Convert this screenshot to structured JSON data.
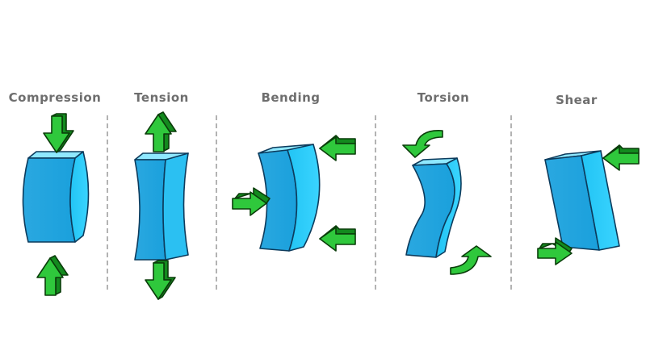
{
  "diagram": {
    "panels": [
      {
        "id": "compression",
        "label": "Compression"
      },
      {
        "id": "tension",
        "label": "Tension"
      },
      {
        "id": "bending",
        "label": "Bending"
      },
      {
        "id": "torsion",
        "label": "Torsion"
      },
      {
        "id": "shear",
        "label": "Shear"
      }
    ]
  },
  "colors": {
    "block_blue": "#1fb4e8",
    "block_top": "#8fe8ff",
    "arrow_green": "#2fc83c",
    "title_gray": "#6e6e6e"
  }
}
